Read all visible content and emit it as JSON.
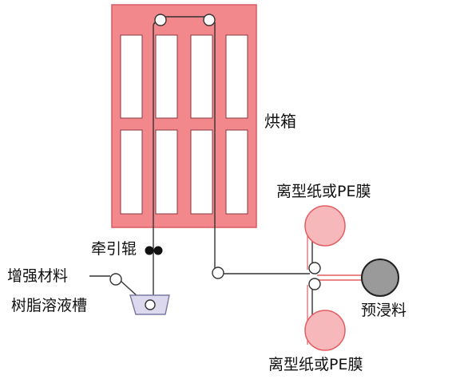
{
  "labels": {
    "oven": "烘箱",
    "release_paper_top": "离型纸或PE膜",
    "release_paper_bottom": "离型纸或PE膜",
    "pull_roller": "牵引辊",
    "reinforcement": "增强材料",
    "resin_tank": "树脂溶液槽",
    "prepreg": "预浸料"
  },
  "colors": {
    "oven_fill": "#f2878c",
    "oven_border": "#d85a62",
    "window_fill": "#ffffff",
    "line": "#333333",
    "roll_fill": "#f7b8bb",
    "roll_border": "#e35d63",
    "prepreg_fill": "#9a9a9a",
    "tank_fill": "#dcd8ee",
    "tank_border": "#7a78a0"
  }
}
